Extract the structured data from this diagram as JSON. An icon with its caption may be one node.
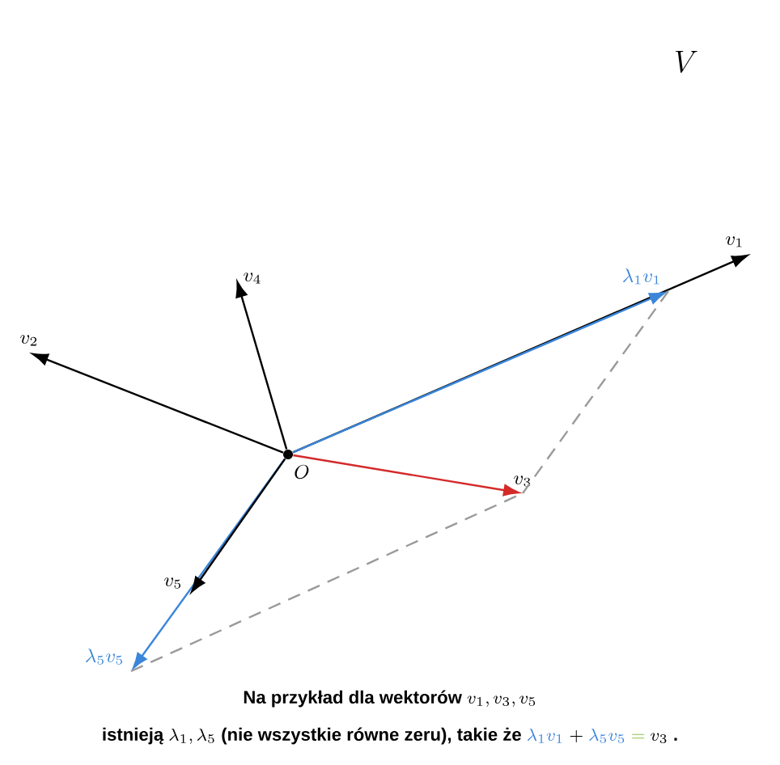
{
  "diagram": {
    "nodes": [
      {
        "text": [],
        "shape": "circle",
        "beside": [
          "O"
        ]
      },
      {
        "text": [
          "v_1"
        ]
      },
      {
        "text": [
          "\\lambda_1 v_1"
        ]
      },
      {
        "text": [
          "v_2"
        ]
      },
      {
        "text": [
          "v_4"
        ]
      },
      {
        "text": [
          "v_3"
        ]
      },
      {
        "text": [
          "v_5"
        ]
      },
      {
        "text": [
          "\\lambda_5 v_5"
        ]
      }
    ],
    "edges": [
      {
        "from": 0,
        "to": 1,
        "arrow": "to"
      },
      {
        "from": 0,
        "to": 2,
        "arrow": "to",
        "color": "#3b86d9"
      },
      {
        "from": 0,
        "to": 3,
        "arrow": "to"
      },
      {
        "from": 0,
        "to": 4,
        "arrow": "to"
      },
      {
        "from": 0,
        "to": 5,
        "arrow": "to",
        "color": "#d42a2a"
      },
      {
        "from": 0,
        "to": 7,
        "arrow": "to",
        "color": "#3b86d9"
      },
      {
        "from": 0,
        "to": 6,
        "arrow": "to"
      },
      {
        "from": 2,
        "to": 5,
        "arrow": "none",
        "style": "dashed",
        "color": "#9a9a9a"
      },
      {
        "from": 7,
        "to": 5,
        "arrow": "none",
        "style": "dashed",
        "color": "#9a9a9a"
      }
    ],
    "labels": [
      "V",
      "Na przykład dla wektorów",
      "v_1, v_3, v_5",
      "istnieją",
      "\\lambda_1, \\lambda_5",
      "(nie wszystkie równe zeru), takie że",
      "\\lambda_1 v_1",
      "+",
      "\\lambda_5 v_5",
      "=",
      "v_3",
      "."
    ]
  }
}
